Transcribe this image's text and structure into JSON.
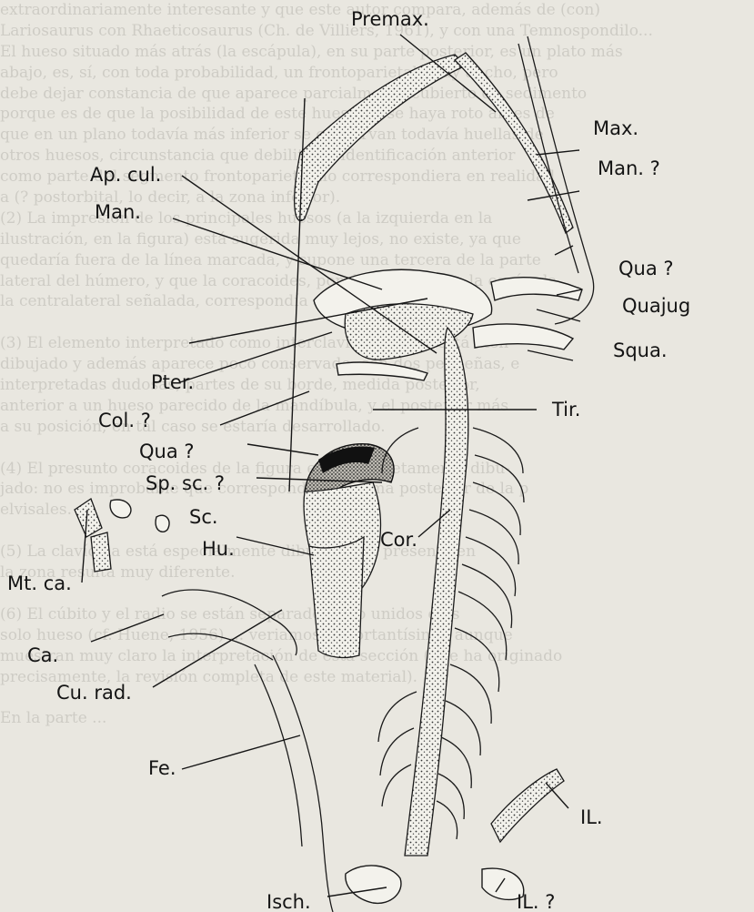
{
  "figure": {
    "background_text": [
      "extraordinariamente interesante y que este autor compara, además de (con)",
      "Lariosaurus con Rhaeticosaurus (Ch. de Villiers, 1961), y con una Temnospondilo...",
      "El hueso situado más atrás (la escápula), en su parte posterior, es un plato más",
      "abajo, es, sí, con toda probabilidad, un frontoparietal, muy ancho, pero",
      "debe dejar constancia de que aparece parcialmente cubierto de sedimento",
      "porque es de que la posibilidad de este hueso no se haya roto antes de",
      "que en un plano todavía más inferior se conservan todavía huellas de",
      "otros huesos, circunstancia que debilita su identificación anterior",
      "como parte del segmento frontoparietal no correspondiera en realidad",
      "a (? postorbital, lo decir, a la zona inferior).",
      "(2) La impresión de los principales huesos (a la izquierda en la",
      "ilustración, en la figura) está sugerida muy lejos, no existe, ya que",
      "quedaría fuera de la línea marcada, y supone una tercera de la parte",
      "lateral del húmero, y que la coracoides, por debajo, junto a la escápula",
      "la centralateral señalada, correspondía a un postcleitro.",
      "",
      "(3) El elemento interpretado como interclavícula (?) no está bien",
      "dibujado y además aparece poco conservado, con dos pequeñas, e",
      "interpretadas dudosas, partes de su borde, medida posterior,",
      "anterior a un hueso parecido de la mandíbula, y el posterior más",
      "a su posición, en tal caso se estaría desarrollado.",
      "",
      "(4) El presunto coracoides de la figura está completamente dibu-",
      "jado: no es improbable que corresponda a la rama posterior de la p",
      "elvisales.",
      "",
      "(5) La clavícula está especialmente dibujada. La presente en",
      "la zona resulta muy diferente.",
      "",
      "(6) El cúbito y el radio se están separados sólo unidos en s",
      "solo hueso (cf. Huene, 1956) ... veriamos importantísimo, aunque",
      "muestran muy claro la interpretación de esta sección (que ha originado",
      "precisamente, la revisión completa de este material).",
      "",
      "En la parte ..."
    ],
    "labels": {
      "premax": "Premax.",
      "max": "Max.",
      "ap_cul": "Ap. cul.",
      "man_q": "Man. ?",
      "man": "Man.",
      "qua_q_upper": "Qua ?",
      "quajug": "Quajug",
      "squa": "Squa.",
      "pter": "Pter.",
      "tir": "Tir.",
      "col_q": "Col. ?",
      "qua_q_lower": "Qua ?",
      "sp_sc_q": "Sp. sc. ?",
      "sc": "Sc.",
      "cor": "Cor.",
      "hu": "Hu.",
      "mt_ca": "Mt. ca.",
      "ca": "Ca.",
      "cu_rad": "Cu. rad.",
      "fe": "Fe.",
      "il": "IL.",
      "isch": "Isch.",
      "il_q": "IL. ?"
    }
  }
}
